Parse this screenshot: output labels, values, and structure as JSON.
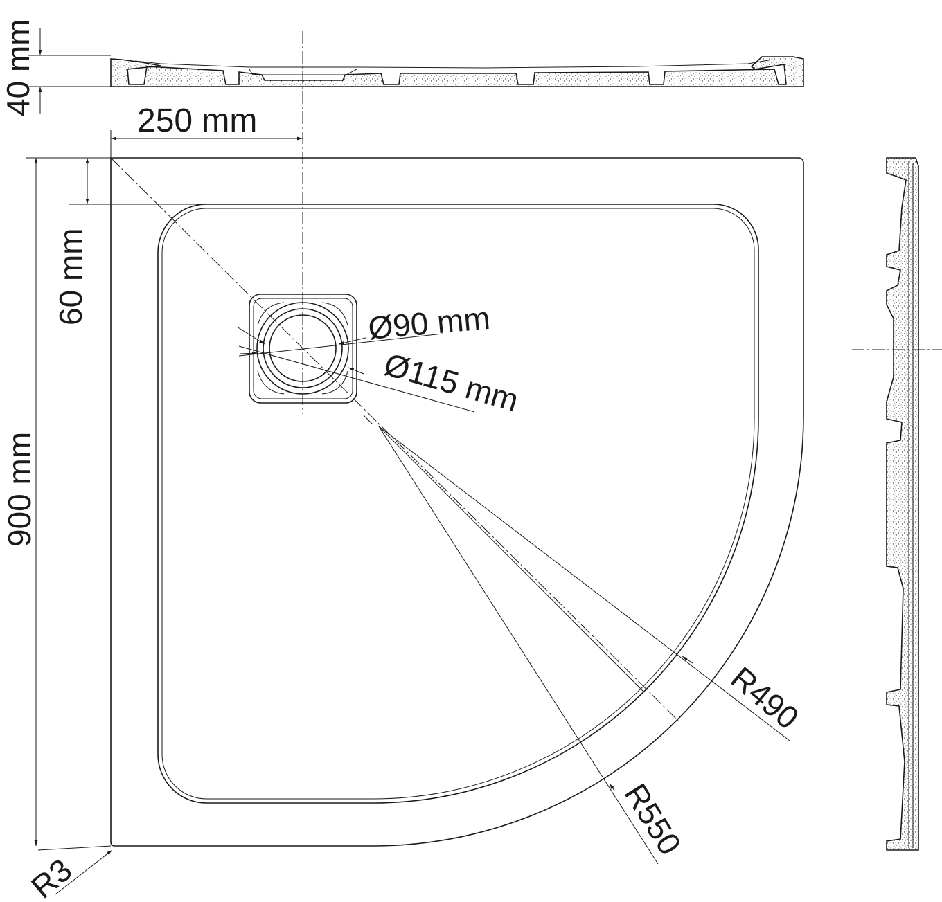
{
  "dimensions": {
    "height_40": "40 mm",
    "offset_250": "250 mm",
    "rim_60": "60 mm",
    "width_900": "900 mm",
    "drain_90": "Ø90 mm",
    "drain_115": "Ø115 mm",
    "radius_490": "R490",
    "radius_550": "R550",
    "corner_r3": "R3"
  },
  "colors": {
    "line": "#1a1a1a",
    "background": "#ffffff"
  }
}
